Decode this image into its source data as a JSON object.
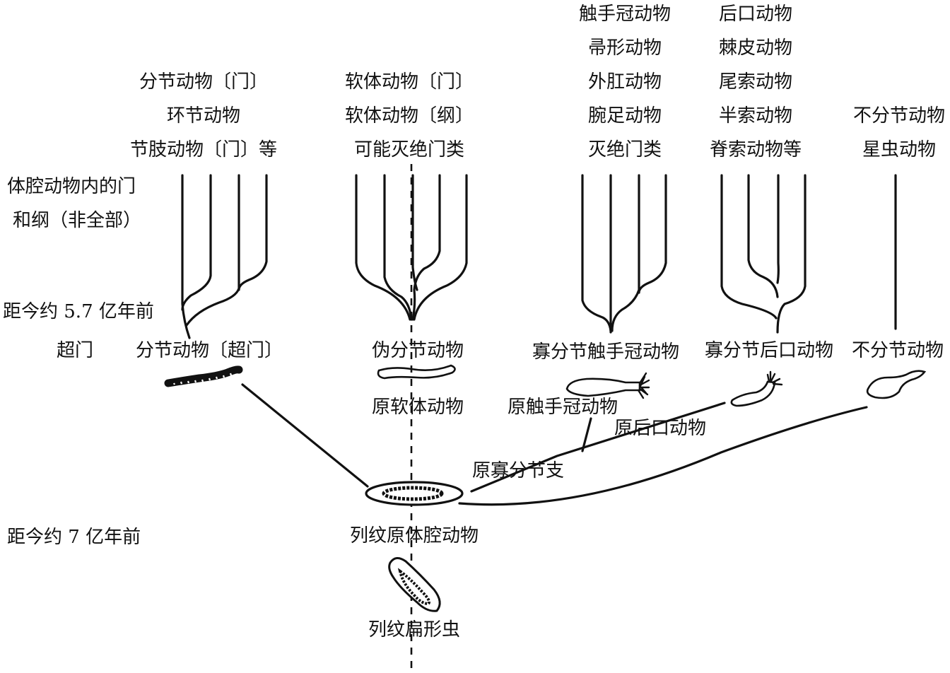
{
  "groups": {
    "arthropod": [
      "分节动物〔门〕",
      "环节动物",
      "节肢动物〔门〕等"
    ],
    "mollusc": [
      "软体动物〔门〕",
      "软体动物〔纲〕",
      "可能灭绝门类"
    ],
    "lophophorate": [
      "触手冠动物",
      "帚形动物",
      "外肛动物",
      "腕足动物",
      "灭绝门类"
    ],
    "deuterostome": [
      "后口动物",
      "棘皮动物",
      "尾索动物",
      "半索动物",
      "脊索动物等"
    ],
    "unsegmented": [
      "不分节动物",
      "星虫动物"
    ]
  },
  "left_labels": {
    "phyla_note_1": "体腔动物内的门",
    "phyla_note_2": "和纲（非全部）",
    "time_57": "距今约 5.7 亿年前",
    "superphylum": "超门",
    "time_7": "距今约 7 亿年前"
  },
  "superphyla": {
    "segmented": "分节动物〔超门〕",
    "pseudo_segmented": "伪分节动物",
    "oligomeric_lophophorate": "寡分节触手冠动物",
    "oligomeric_deuterostome": "寡分节后口动物",
    "unsegmented": "不分节动物"
  },
  "ancestors": {
    "proto_mollusc": "原软体动物",
    "proto_lophophorate": "原触手冠动物",
    "proto_deuterostome": "原后口动物",
    "proto_oligomeric_branch": "原寡分节支",
    "metameric_protocoelomate": "列纹原体腔动物",
    "metameric_flatworm": "列纹扁形虫"
  }
}
